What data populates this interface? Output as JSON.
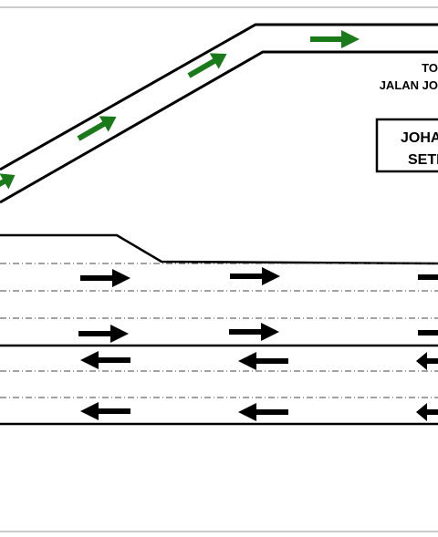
{
  "signs": {
    "direction_line1": "TO",
    "direction_line2": "JALAN JO",
    "box_line1": "JOHA",
    "box_line2": "SETI"
  },
  "colors": {
    "road_line": "#000000",
    "arrow_ramp": "#1a7a1a",
    "arrow_main": "#000000",
    "lane_divider": "#444444"
  },
  "icons": {
    "ramp_arrow": "arrow-right-green-icon",
    "lane_arrow_right": "arrow-right-icon",
    "lane_arrow_left": "arrow-left-icon"
  }
}
